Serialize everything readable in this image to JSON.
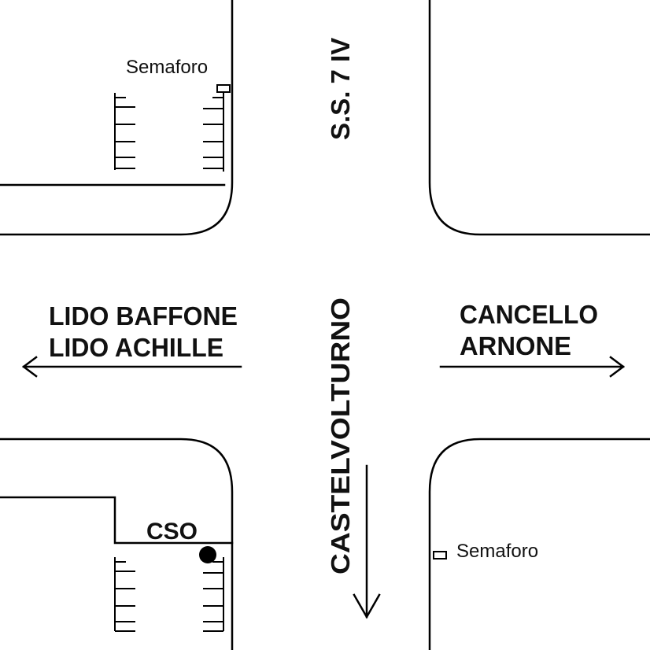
{
  "labels": {
    "traffic_light_top": "Semaforo",
    "traffic_light_bottom": "Semaforo",
    "road_north": "S.S. 7 IV",
    "road_south": "CASTELVOLTURNO",
    "west_line1": "LIDO BAFFONE",
    "west_line2": "LIDO ACHILLE",
    "east_line1": "CANCELLO",
    "east_line2": "ARNONE",
    "station": "CSO"
  },
  "colors": {
    "ink": "#000000",
    "background": "#ffffff"
  },
  "icons": {
    "traffic_light": "small-rectangle",
    "station_marker": "filled-circle",
    "direction": "arrow"
  }
}
